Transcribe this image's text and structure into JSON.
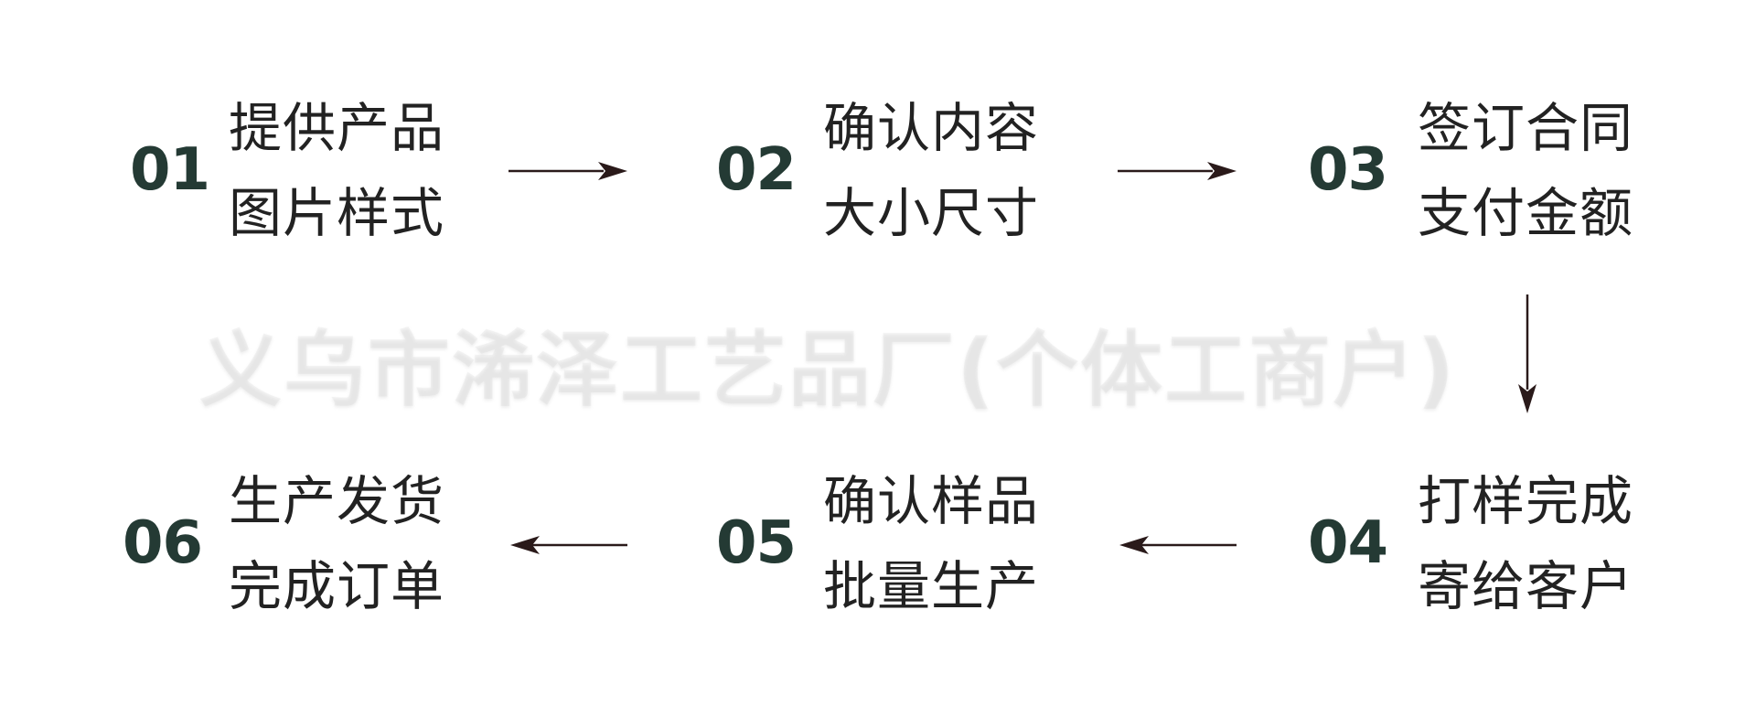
{
  "steps": [
    {
      "number": "01",
      "line1": "提供产品",
      "line2": "图片样式"
    },
    {
      "number": "02",
      "line1": "确认内容",
      "line2": "大小尺寸"
    },
    {
      "number": "03",
      "line1": "签订合同",
      "line2": "支付金额"
    },
    {
      "number": "04",
      "line1": "打样完成",
      "line2": "寄给客户"
    },
    {
      "number": "05",
      "line1": "确认样品",
      "line2": "批量生产"
    },
    {
      "number": "06",
      "line1": "生产发货",
      "line2": "完成订单"
    }
  ],
  "watermark": "义乌市浠泽工艺品厂(个体工商户)",
  "colors": {
    "number": "#243a34",
    "text": "#222222",
    "arrow": "#2a1a1a"
  },
  "flow": [
    "01→02",
    "02→03",
    "03→04",
    "04→05",
    "05→06"
  ]
}
